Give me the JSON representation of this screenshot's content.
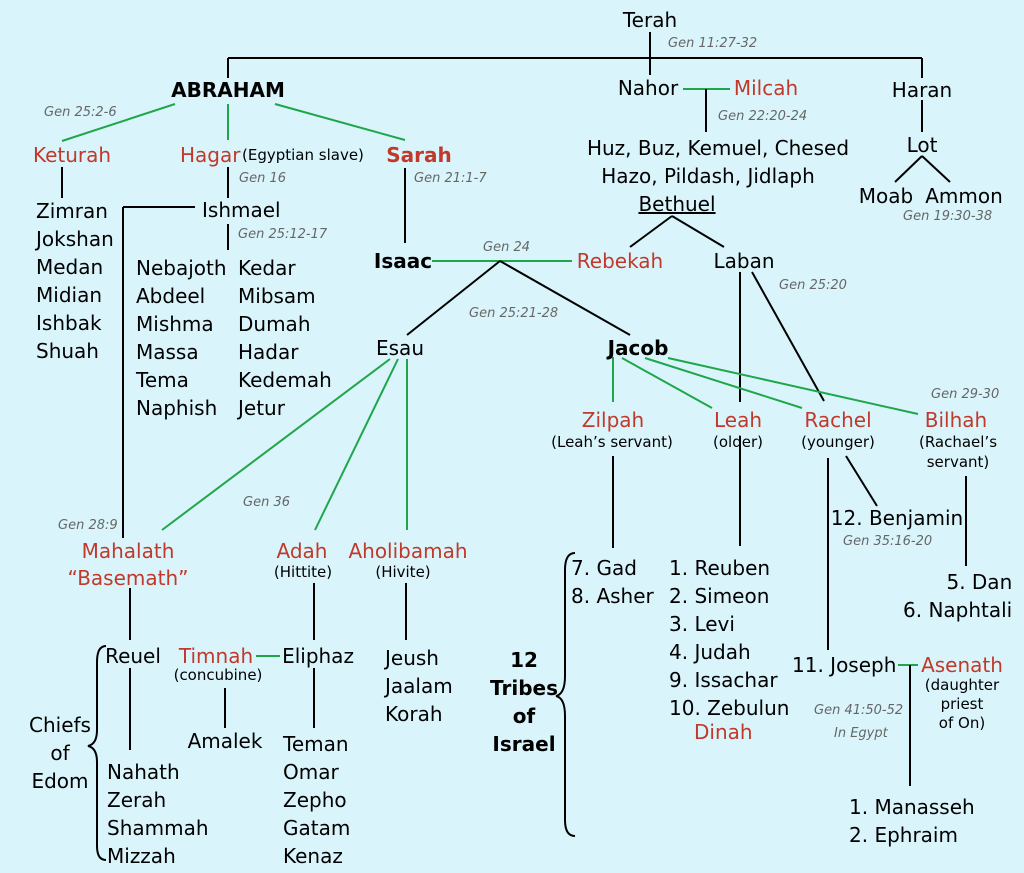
{
  "colors": {
    "background": "#d9f5fb",
    "woman": "#c0392b",
    "line_marriage": "#1fa64a",
    "line_descent": "#000000"
  },
  "people": {
    "terah": "Terah",
    "abraham": "ABRAHAM",
    "nahor": "Nahor",
    "milcah": "Milcah",
    "haran": "Haran",
    "lot": "Lot",
    "moab": "Moab",
    "ammon": "Ammon",
    "keturah": "Keturah",
    "hagar": "Hagar",
    "hagar_note": "(Egyptian slave)",
    "sarah": "Sarah",
    "keturah_sons": [
      "Zimran",
      "Jokshan",
      "Medan",
      "Midian",
      "Ishbak",
      "Shuah"
    ],
    "ishmael": "Ishmael",
    "ishmael_sons_a": [
      "Nebajoth",
      "Abdeel",
      "Mishma",
      "Massa",
      "Tema",
      "Naphish"
    ],
    "ishmael_sons_b": [
      "Kedar",
      "Mibsam",
      "Dumah",
      "Hadar",
      "Kedemah",
      "Jetur"
    ],
    "nahor_sons_1": "Huz, Buz, Kemuel, Chesed",
    "nahor_sons_2": "Hazo, Pildash, Jidlaph",
    "bethuel": "Bethuel",
    "laban": "Laban",
    "rebekah": "Rebekah",
    "isaac": "Isaac",
    "esau": "Esau",
    "jacob": "Jacob",
    "zilpah": "Zilpah",
    "zilpah_note": "(Leah’s servant)",
    "leah": "Leah",
    "leah_note": "(older)",
    "rachel": "Rachel",
    "rachel_note": "(younger)",
    "bilhah": "Bilhah",
    "bilhah_note_1": "(Rachael’s",
    "bilhah_note_2": "servant)",
    "mahalath": "Mahalath",
    "basemath": "“Basemath”",
    "adah": "Adah",
    "adah_note": "(Hittite)",
    "aholibamah": "Aholibamah",
    "aholibamah_note": "(Hivite)",
    "reuel": "Reuel",
    "timnah": "Timnah",
    "timnah_note": "(concubine)",
    "eliphaz": "Eliphaz",
    "amalek": "Amalek",
    "reuel_sons": [
      "Nahath",
      "Zerah",
      "Shammah",
      "Mizzah"
    ],
    "eliphaz_sons": [
      "Teman",
      "Omar",
      "Zepho",
      "Gatam",
      "Kenaz"
    ],
    "aholibamah_sons": [
      "Jeush",
      "Jaalam",
      "Korah"
    ],
    "chiefs_of_edom": [
      "Chiefs",
      "of",
      "Edom"
    ],
    "zilpah_sons": [
      "7. Gad",
      "8. Asher"
    ],
    "leah_sons": [
      "1. Reuben",
      "2. Simeon",
      "3. Levi",
      "4. Judah",
      "9. Issachar",
      "10. Zebulun"
    ],
    "dinah": "Dinah",
    "benjamin": "12. Benjamin",
    "bilhah_sons": [
      "5. Dan",
      "6. Naphtali"
    ],
    "joseph": "11. Joseph",
    "asenath": "Asenath",
    "asenath_note": [
      "(daughter",
      "priest",
      "of On)"
    ],
    "joseph_sons": [
      "1. Manasseh",
      "2. Ephraim"
    ],
    "tribes": [
      "12",
      "Tribes",
      "of",
      "Israel"
    ]
  },
  "refs": {
    "gen_11": "Gen 11:27-32",
    "gen_25_2": "Gen 25:2-6",
    "gen_22": "Gen 22:20-24",
    "gen_16": "Gen 16",
    "gen_21": "Gen 21:1-7",
    "gen_25_12": "Gen 25:12-17",
    "gen_19": "Gen 19:30-38",
    "gen_24": "Gen 24",
    "gen_25_20": "Gen 25:20",
    "gen_25_21": "Gen 25:21-28",
    "gen_29": "Gen 29-30",
    "gen_36": "Gen 36",
    "gen_28": "Gen 28:9",
    "gen_35": "Gen 35:16-20",
    "gen_41": "Gen 41:50-52",
    "in_egypt": "In Egypt"
  }
}
